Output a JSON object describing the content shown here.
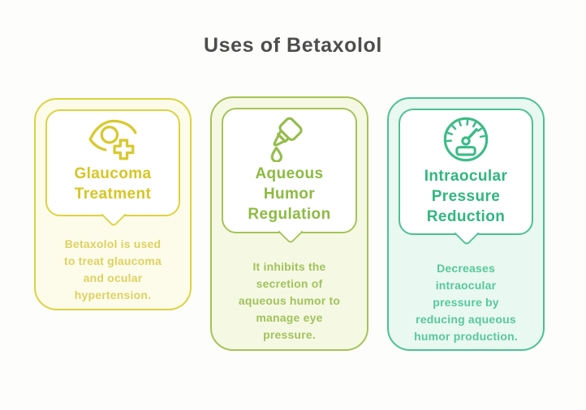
{
  "page": {
    "title": "Uses of Betaxolol",
    "title_color": "#4d4d4d",
    "background": "#fdfdfc"
  },
  "cards": [
    {
      "icon": "eye-plus-icon",
      "title": "Glaucoma\nTreatment",
      "description": "Betaxolol is used\nto treat glaucoma\nand ocular\nhypertension.",
      "colors": {
        "border": "#ddd23f",
        "fill": "#fdfcea",
        "title": "#d7c524",
        "text": "#ddd161",
        "icon": "#d9c92f"
      }
    },
    {
      "icon": "eye-drop-bottle-icon",
      "title": "Aqueous\nHumor\nRegulation",
      "description": "It inhibits the\nsecretion of\naqueous humor to\nmanage eye\npressure.",
      "colors": {
        "border": "#a5c356",
        "fill": "#f5f9e3",
        "title": "#8cba41",
        "text": "#a2c25e",
        "icon": "#94bd4a"
      }
    },
    {
      "icon": "pressure-gauge-icon",
      "title": "Intraocular\nPressure\nReduction",
      "description": "Decreases\nintraocular\npressure by\nreducing aqueous\nhumor production.",
      "colors": {
        "border": "#4cc192",
        "fill": "#e9f8f1",
        "title": "#2fb77f",
        "text": "#58c89d",
        "icon": "#3bbb87"
      }
    }
  ]
}
